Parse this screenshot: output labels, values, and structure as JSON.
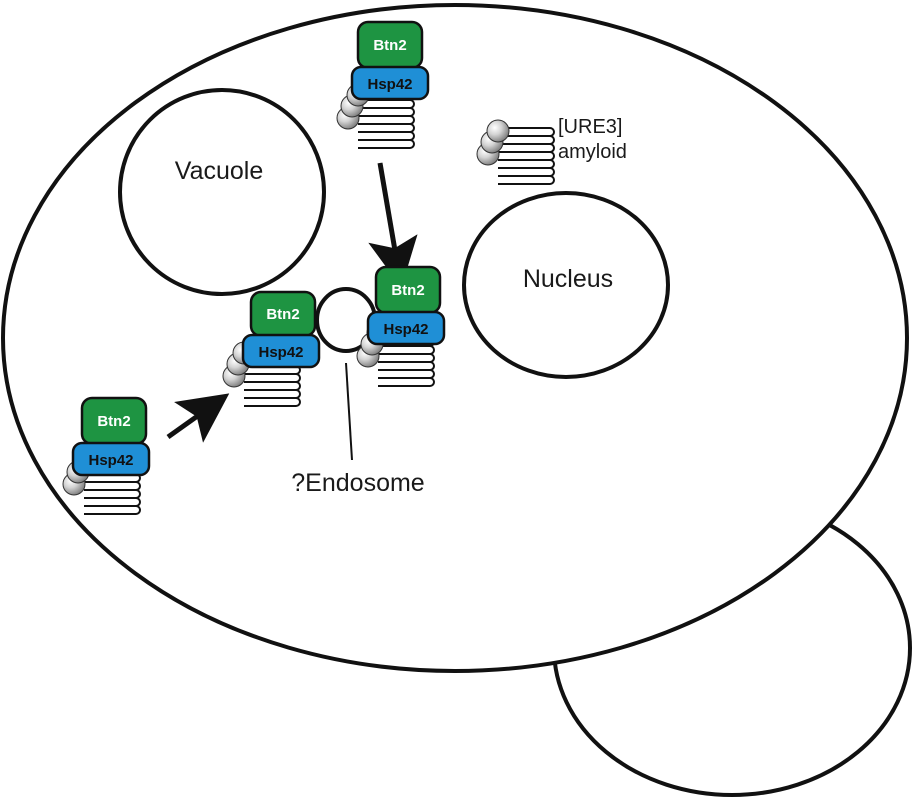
{
  "labels": {
    "vacuole": "Vacuole",
    "nucleus": "Nucleus",
    "endosome": "?Endosome",
    "amyloid_line1": "[URE3]",
    "amyloid_line2": "amyloid"
  },
  "proteins": {
    "btn2": "Btn2",
    "hsp42": "Hsp42"
  },
  "colors": {
    "btn2": "#1e9442",
    "hsp42": "#1f8fd6",
    "outline": "#111111",
    "bead_light": "#e8e8e8",
    "bead_dark": "#8c8c8c"
  }
}
